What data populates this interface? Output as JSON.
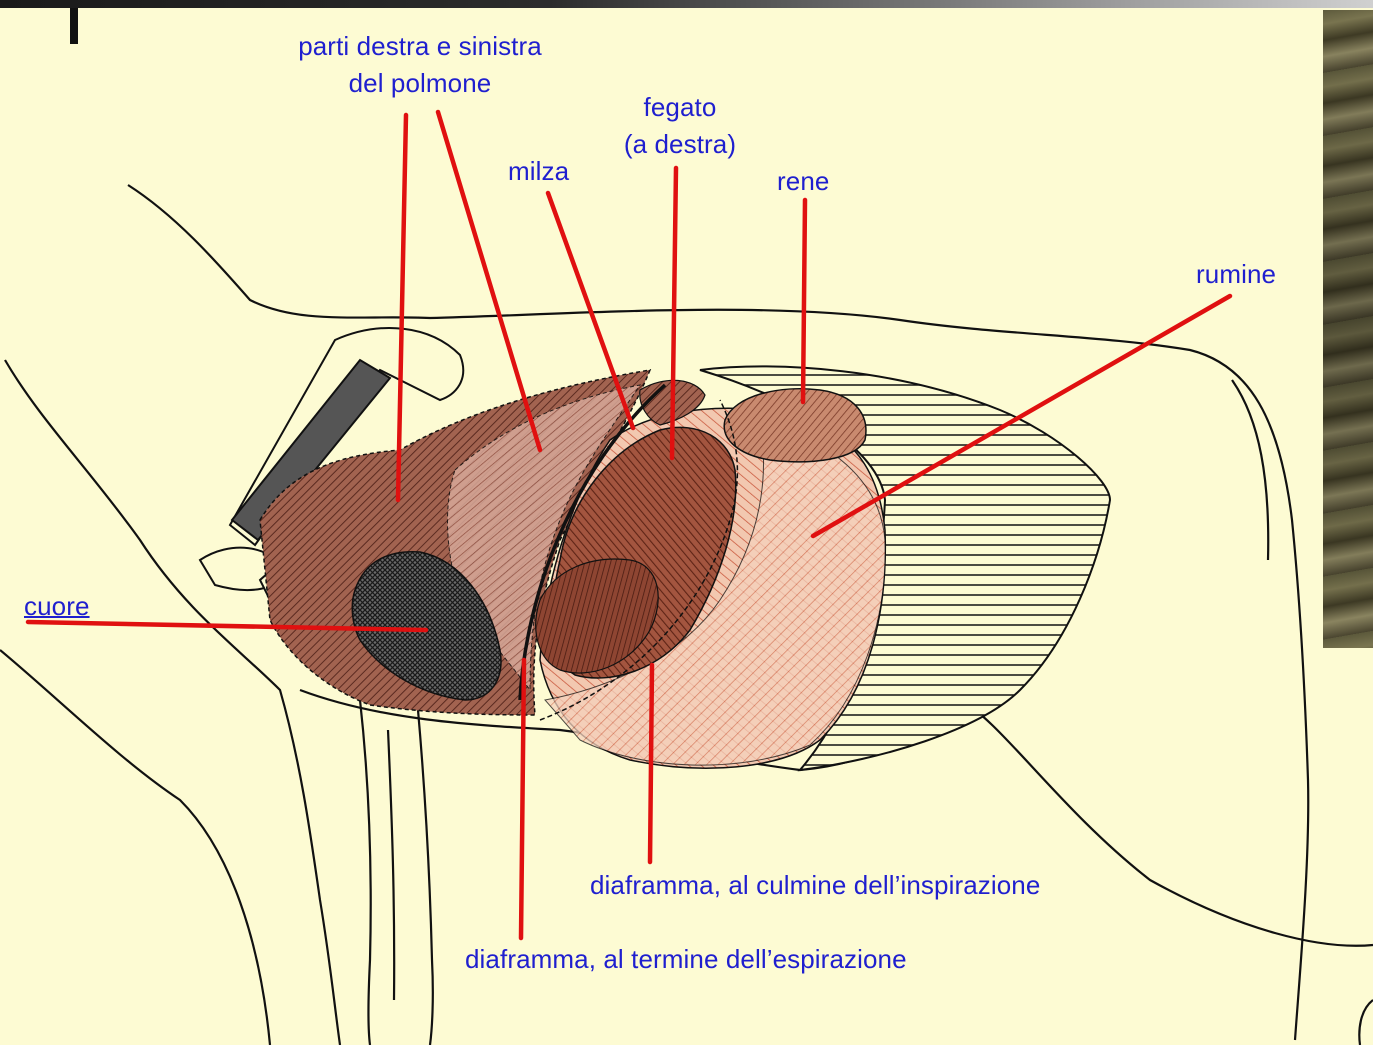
{
  "labels": {
    "lung_line1": "parti destra e sinistra",
    "lung_line2": "del polmone",
    "fegato_line1": "fegato",
    "fegato_line2": "(a destra)",
    "milza": "milza",
    "rene": "rene",
    "rumine": "rumine",
    "cuore": "cuore",
    "diaframma_inspirazione": "diaframma, al culmine dell’inspirazione",
    "diaframma_espirazione": "diaframma, al termine dell’espirazione"
  },
  "colors": {
    "background": "#fdfbd3",
    "label_text": "#1f1fcf",
    "leader_line": "#e01010",
    "outline": "#111111",
    "lung": "#8b4a3c",
    "heart": "#3a3a3a",
    "liver": "#7a3a2a",
    "rumen": "#d9835f",
    "kidney": "#a0573f"
  }
}
